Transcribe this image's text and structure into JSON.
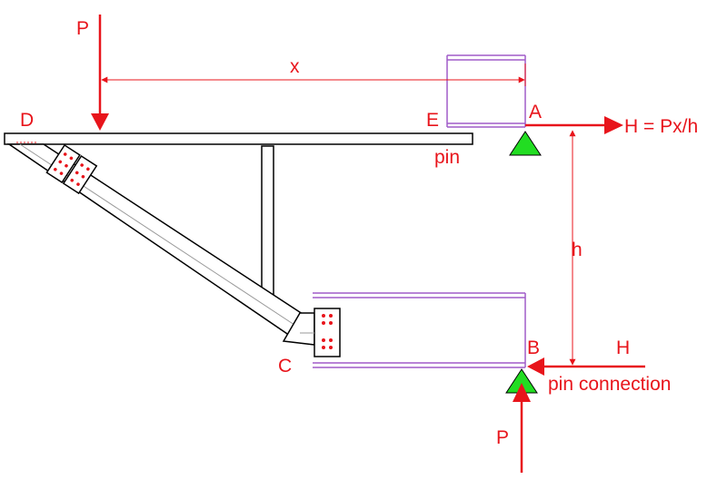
{
  "labels": {
    "load_top": "P",
    "span": "x",
    "point_d": "D",
    "point_e": "E",
    "point_a": "A",
    "reaction_a": "H = Px/h",
    "pin_e": "pin",
    "height": "h",
    "point_b": "B",
    "reaction_b": "H",
    "pin_b": "pin connection",
    "point_c": "C",
    "load_bottom": "P"
  },
  "colors": {
    "force": "#e8141b",
    "steel_outline": "#000000",
    "column": "#a05cc8",
    "support": "#22dd22",
    "bolt": "#e8141b",
    "dimension": "#e8141b"
  },
  "icons": {
    "support_a": "triangle-pin-support-icon",
    "support_b": "triangle-pin-support-icon"
  }
}
